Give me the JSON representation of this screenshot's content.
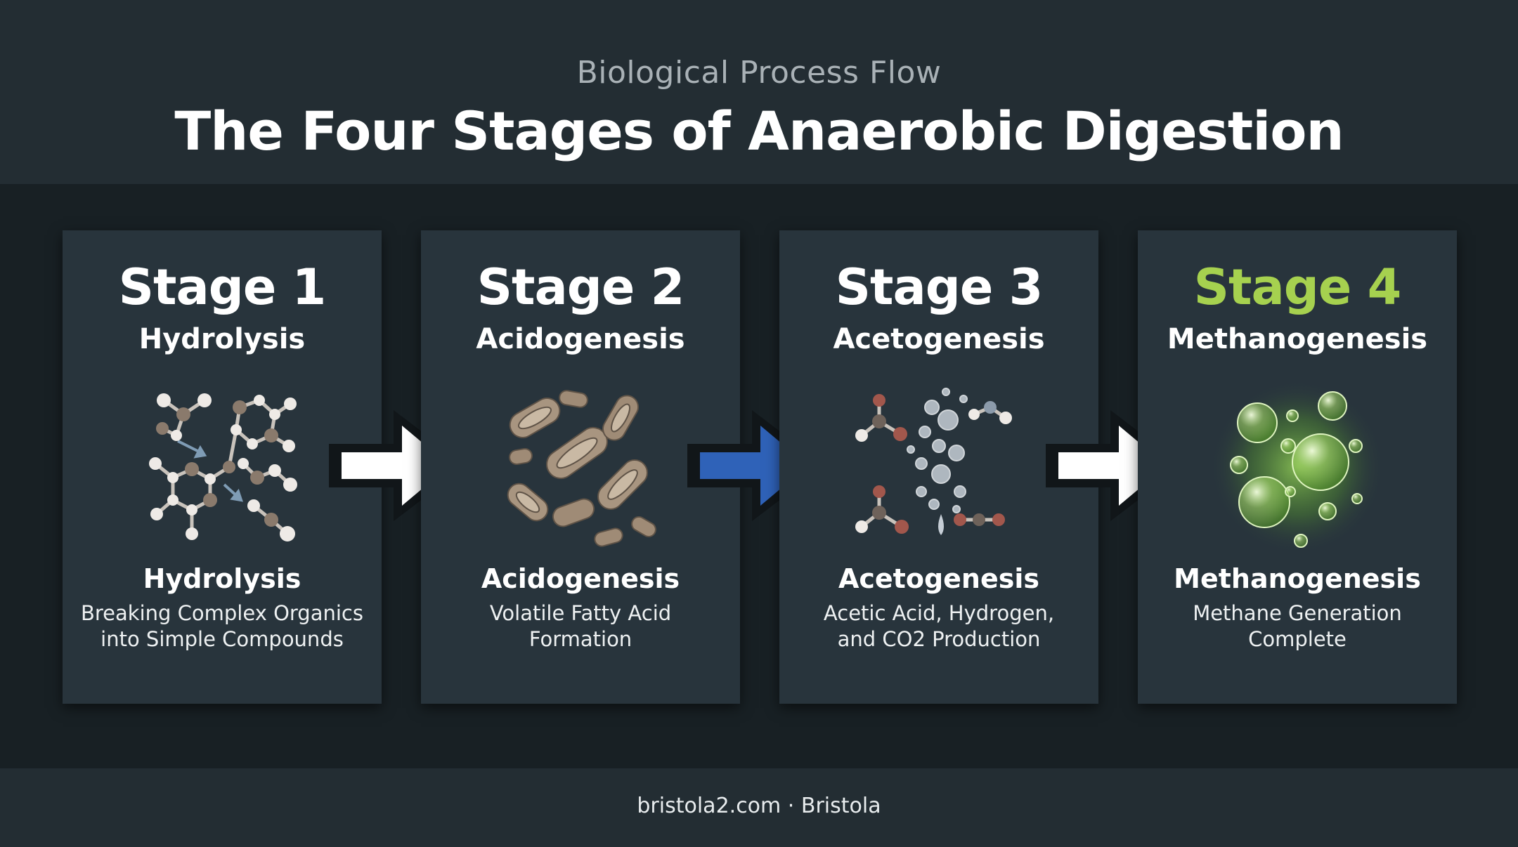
{
  "header": {
    "subtitle": "Biological Process Flow",
    "title": "The Four Stages of Anaerobic Digestion"
  },
  "stages": [
    {
      "stage": "Stage 1",
      "name": "Hydrolysis",
      "icon": "molecule-chain-icon",
      "desc_title": "Hydrolysis",
      "desc_line1": "Breaking Complex Organics",
      "desc_line2": "into Simple Compounds"
    },
    {
      "stage": "Stage 2",
      "name": "Acidogenesis",
      "icon": "bacteria-icon",
      "desc_title": "Acidogenesis",
      "desc_line1": "Volatile Fatty Acid",
      "desc_line2": "Formation"
    },
    {
      "stage": "Stage 3",
      "name": "Acetogenesis",
      "icon": "acetic-acid-molecules-icon",
      "desc_title": "Acetogenesis",
      "desc_line1": "Acetic Acid, Hydrogen,",
      "desc_line2": "and CO2 Production"
    },
    {
      "stage": "Stage 4",
      "name": "Methanogenesis",
      "icon": "methane-bubbles-icon",
      "desc_title": "Methanogenesis",
      "desc_line1": "Methane Generation",
      "desc_line2": "Complete"
    }
  ],
  "arrows": [
    {
      "icon": "arrow-right-icon",
      "color": "#ffffff"
    },
    {
      "icon": "arrow-right-icon",
      "color": "#2f62b8"
    },
    {
      "icon": "arrow-right-icon",
      "color": "#ffffff"
    }
  ],
  "colors": {
    "accent_green": "#a6d14f",
    "card_bg": "#28343c",
    "page_bg": "#182024"
  },
  "footer": {
    "text": "bristola2.com · Bristola"
  }
}
